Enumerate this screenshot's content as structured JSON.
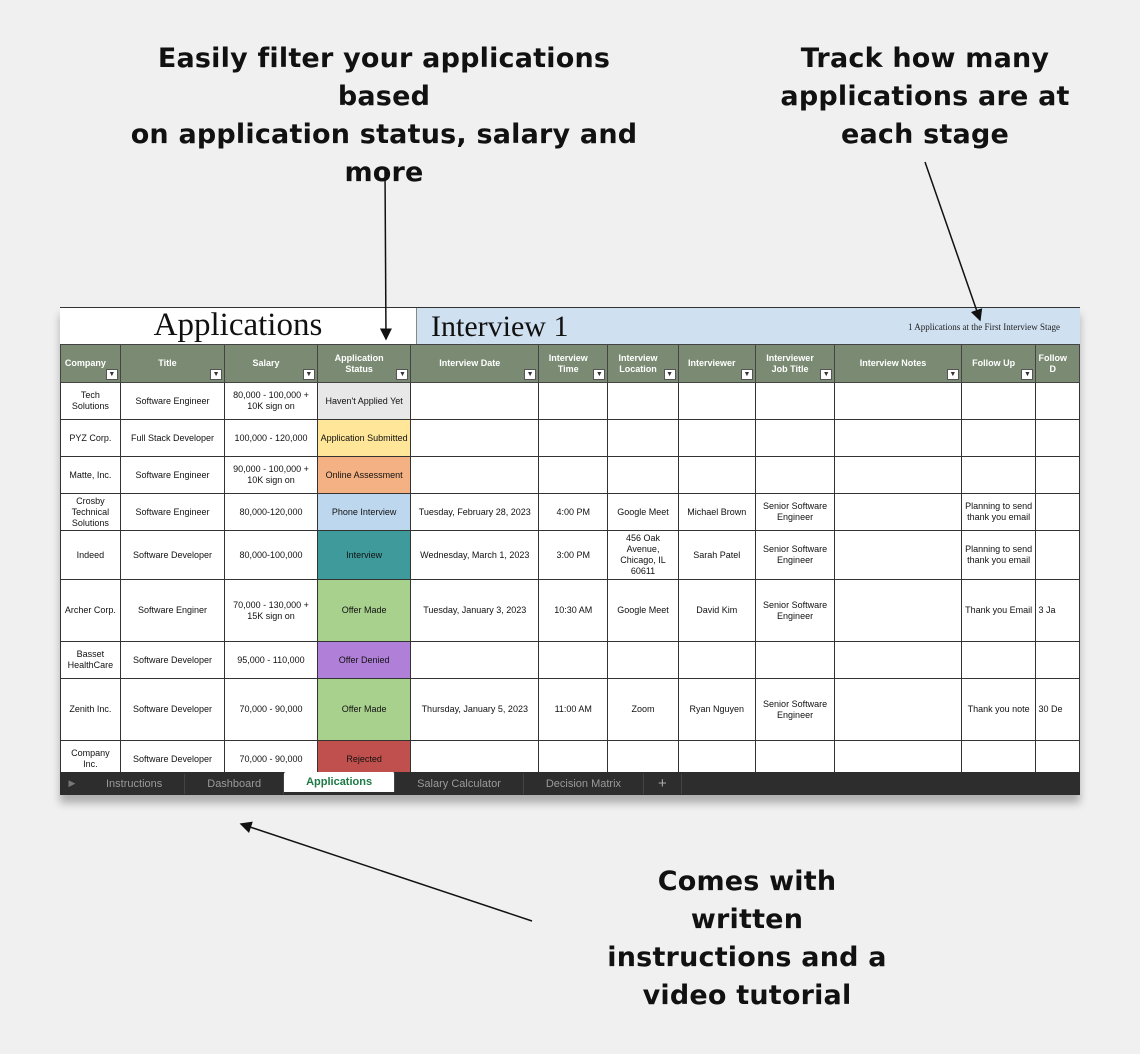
{
  "callouts": {
    "filter": [
      "Easily filter your applications based",
      "on application status, salary and",
      "more"
    ],
    "track": [
      "Track how many",
      "applications are at",
      "each stage"
    ],
    "instructions": [
      "Comes with written",
      "instructions and a",
      "video tutorial"
    ]
  },
  "sheet": {
    "applications_title": "Applications",
    "interview_title": "Interview 1",
    "interview_stat": "1 Applications at the First Interview Stage"
  },
  "columns": [
    "Company",
    "Title",
    "Salary",
    "Application Status",
    "Interview Date",
    "Interview Time",
    "Interview Location",
    "Interviewer",
    "Interviewer Job Title",
    "Interview Notes",
    "Follow Up",
    "Follow D"
  ],
  "filter_icon": "dropdown-arrow-icon",
  "rows": [
    {
      "company": "Tech Solutions",
      "title": "Software Engineer",
      "salary": "80,000 - 100,000 + 10K sign on",
      "status": "Haven't Applied Yet",
      "status_color": "#e8e8e8",
      "status_text_color": "#111",
      "date": "",
      "time": "",
      "location": "",
      "interviewer": "",
      "job_title": "",
      "notes": "",
      "follow_up": "",
      "follow_date": ""
    },
    {
      "company": "PYZ Corp.",
      "title": "Full Stack Developer",
      "salary": "100,000 - 120,000",
      "status": "Application Submitted",
      "status_color": "#ffe699",
      "status_text_color": "#111",
      "date": "",
      "time": "",
      "location": "",
      "interviewer": "",
      "job_title": "",
      "notes": "",
      "follow_up": "",
      "follow_date": ""
    },
    {
      "company": "Matte, Inc.",
      "title": "Software Engineer",
      "salary": "90,000 - 100,000 + 10K sign on",
      "status": "Online Assessment",
      "status_color": "#f4b183",
      "status_text_color": "#111",
      "date": "",
      "time": "",
      "location": "",
      "interviewer": "",
      "job_title": "",
      "notes": "",
      "follow_up": "",
      "follow_date": ""
    },
    {
      "company": "Crosby Technical Solutions",
      "title": "Software Engineer",
      "salary": "80,000-120,000",
      "status": "Phone Interview",
      "status_color": "#bdd7ee",
      "status_text_color": "#111",
      "date": "Tuesday, February 28, 2023",
      "time": "4:00 PM",
      "location": "Google Meet",
      "interviewer": "Michael Brown",
      "job_title": "Senior Software Engineer",
      "notes": "",
      "follow_up": "Planning to send thank you email",
      "follow_date": ""
    },
    {
      "company": "Indeed",
      "title": "Software Developer",
      "salary": "80,000-100,000",
      "status": "Interview",
      "status_color": "#3f9a9c",
      "status_text_color": "#111",
      "date": "Wednesday, March 1, 2023",
      "time": "3:00 PM",
      "location": "456 Oak Avenue, Chicago, IL 60611",
      "interviewer": "Sarah Patel",
      "job_title": "Senior Software Engineer",
      "notes": "",
      "follow_up": "Planning to send thank you email",
      "follow_date": ""
    },
    {
      "company": "Archer Corp.",
      "title": "Software Enginer",
      "salary": "70,000 - 130,000 + 15K sign on",
      "status": "Offer Made",
      "status_color": "#a9d18e",
      "status_text_color": "#111",
      "date": "Tuesday, January 3, 2023",
      "time": "10:30 AM",
      "location": "Google Meet",
      "interviewer": "David Kim",
      "job_title": "Senior Software Engineer",
      "notes": "",
      "follow_up": "Thank you Email",
      "follow_date": "3 Ja"
    },
    {
      "company": "Basset HealthCare",
      "title": "Software Developer",
      "salary": "95,000 - 110,000",
      "status": "Offer Denied",
      "status_color": "#b07fd8",
      "status_text_color": "#111",
      "date": "",
      "time": "",
      "location": "",
      "interviewer": "",
      "job_title": "",
      "notes": "",
      "follow_up": "",
      "follow_date": ""
    },
    {
      "company": "Zenith Inc.",
      "title": "Software Developer",
      "salary": "70,000 - 90,000",
      "status": "Offer Made",
      "status_color": "#a9d18e",
      "status_text_color": "#111",
      "date": "Thursday, January 5, 2023",
      "time": "11:00 AM",
      "location": "Zoom",
      "interviewer": "Ryan Nguyen",
      "job_title": "Senior Software Engineer",
      "notes": "",
      "follow_up": "Thank you note",
      "follow_date": "30 De"
    },
    {
      "company": "Company Inc.",
      "title": "Software Developer",
      "salary": "70,000 - 90,000",
      "status": "Rejected",
      "status_color": "#c0504d",
      "status_text_color": "#111",
      "date": "",
      "time": "",
      "location": "",
      "interviewer": "",
      "job_title": "",
      "notes": "",
      "follow_up": "",
      "follow_date": ""
    }
  ],
  "tabs": [
    {
      "label": "Instructions",
      "active": false
    },
    {
      "label": "Dashboard",
      "active": false
    },
    {
      "label": "Applications",
      "active": true
    },
    {
      "label": "Salary Calculator",
      "active": false
    },
    {
      "label": "Decision Matrix",
      "active": false
    }
  ],
  "add_tab_label": "+",
  "colors": {
    "header_bg": "#7b8b73",
    "interview_band": "#cfe0f1",
    "active_tab_text": "#1d7a44",
    "page_bg": "#f0f0f0"
  }
}
